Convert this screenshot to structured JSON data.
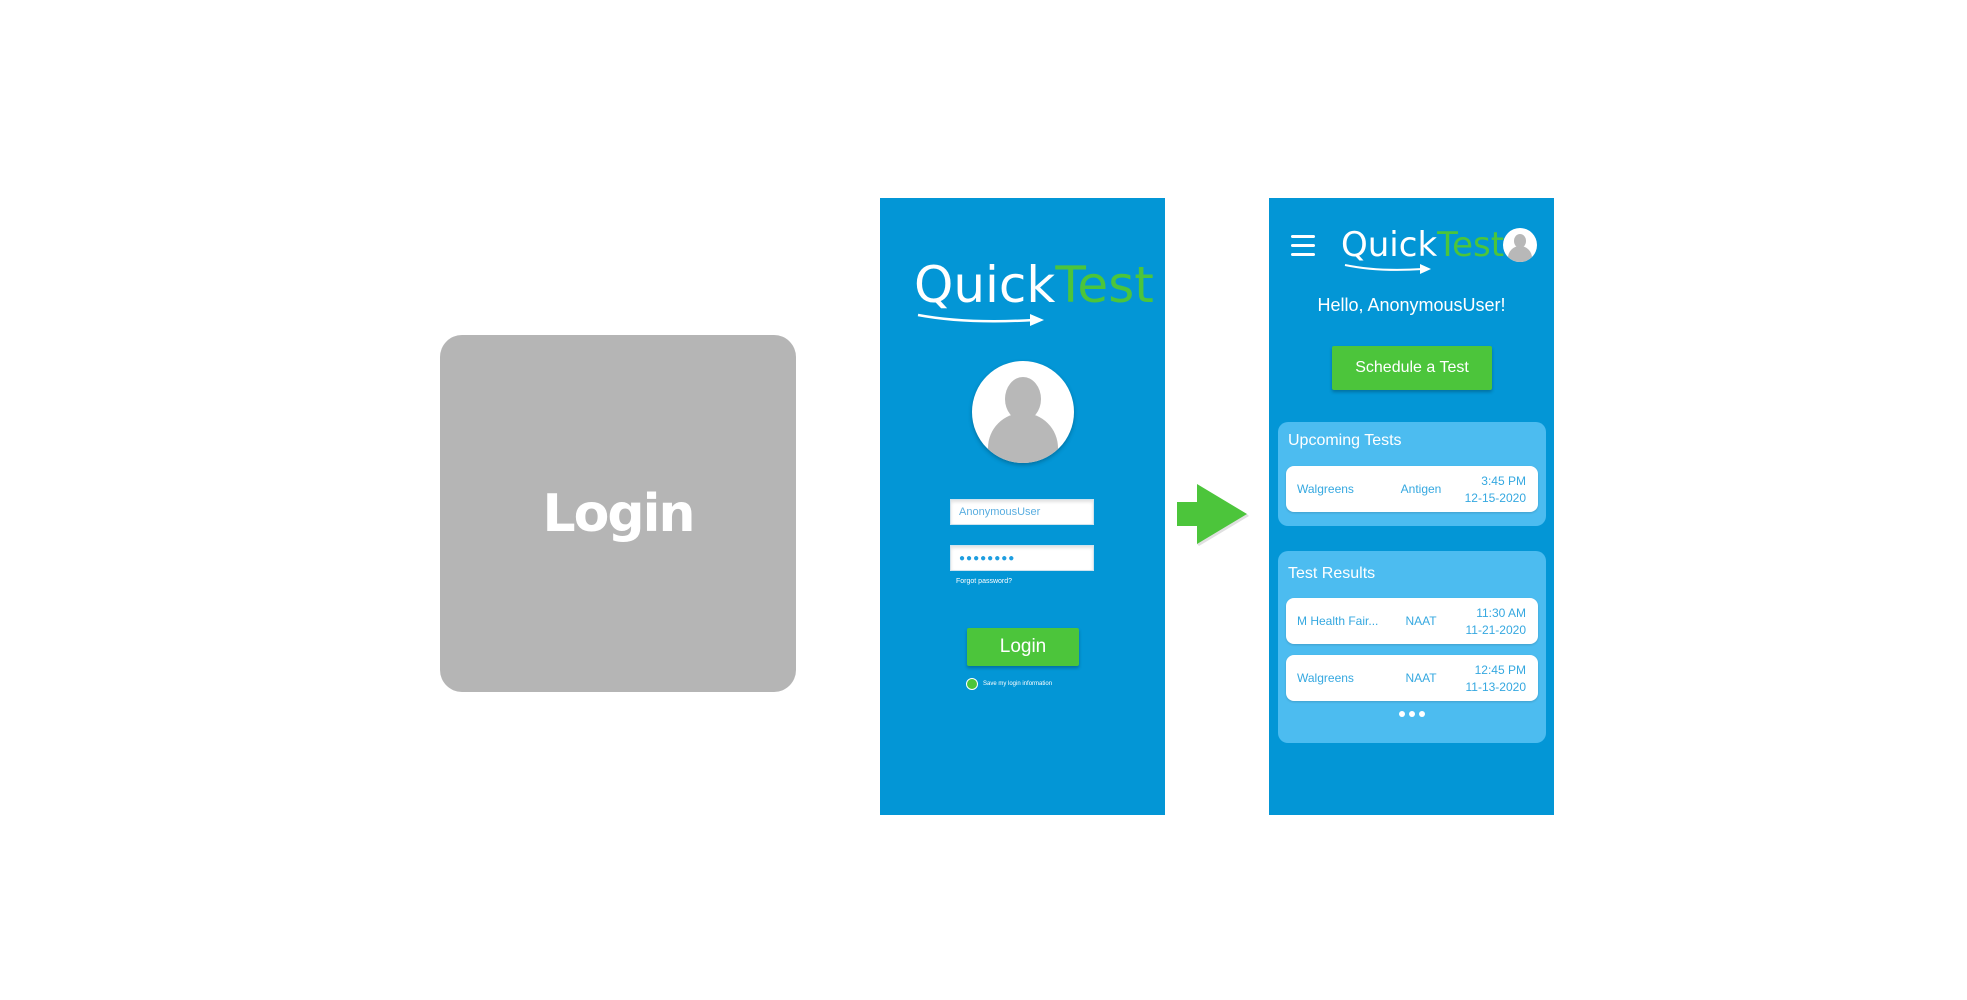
{
  "label_card": {
    "text": "Login"
  },
  "login_screen": {
    "logo": {
      "quick": "Quick",
      "test": "Test"
    },
    "username_value": "AnonymousUser",
    "password_value": "●●●●●●●●",
    "forgot_password": "Forgot password?",
    "login_button": "Login",
    "save_login": "Save my login information"
  },
  "home_screen": {
    "logo": {
      "quick": "Quick",
      "test": "Test"
    },
    "greeting": "Hello, AnonymousUser!",
    "schedule_button": "Schedule a Test",
    "upcoming": {
      "title": "Upcoming Tests",
      "items": [
        {
          "location": "Walgreens",
          "type": "Antigen",
          "time": "3:45 PM",
          "date": "12-15-2020"
        }
      ]
    },
    "results": {
      "title": "Test Results",
      "items": [
        {
          "location": "M Health Fair...",
          "type": "NAAT",
          "time": "11:30 AM",
          "date": "11-21-2020"
        },
        {
          "location": "Walgreens",
          "type": "NAAT",
          "time": "12:45 PM",
          "date": "11-13-2020"
        }
      ]
    }
  },
  "colors": {
    "brand_blue": "#0396d6",
    "light_blue": "#4cbcf0",
    "brand_green": "#4cc53b",
    "card_gray": "#b5b5b5"
  },
  "icons": {
    "menu": "hamburger-icon",
    "profile": "user-avatar-icon",
    "flow_arrow": "arrow-right-icon",
    "more": "more-dots-icon"
  }
}
